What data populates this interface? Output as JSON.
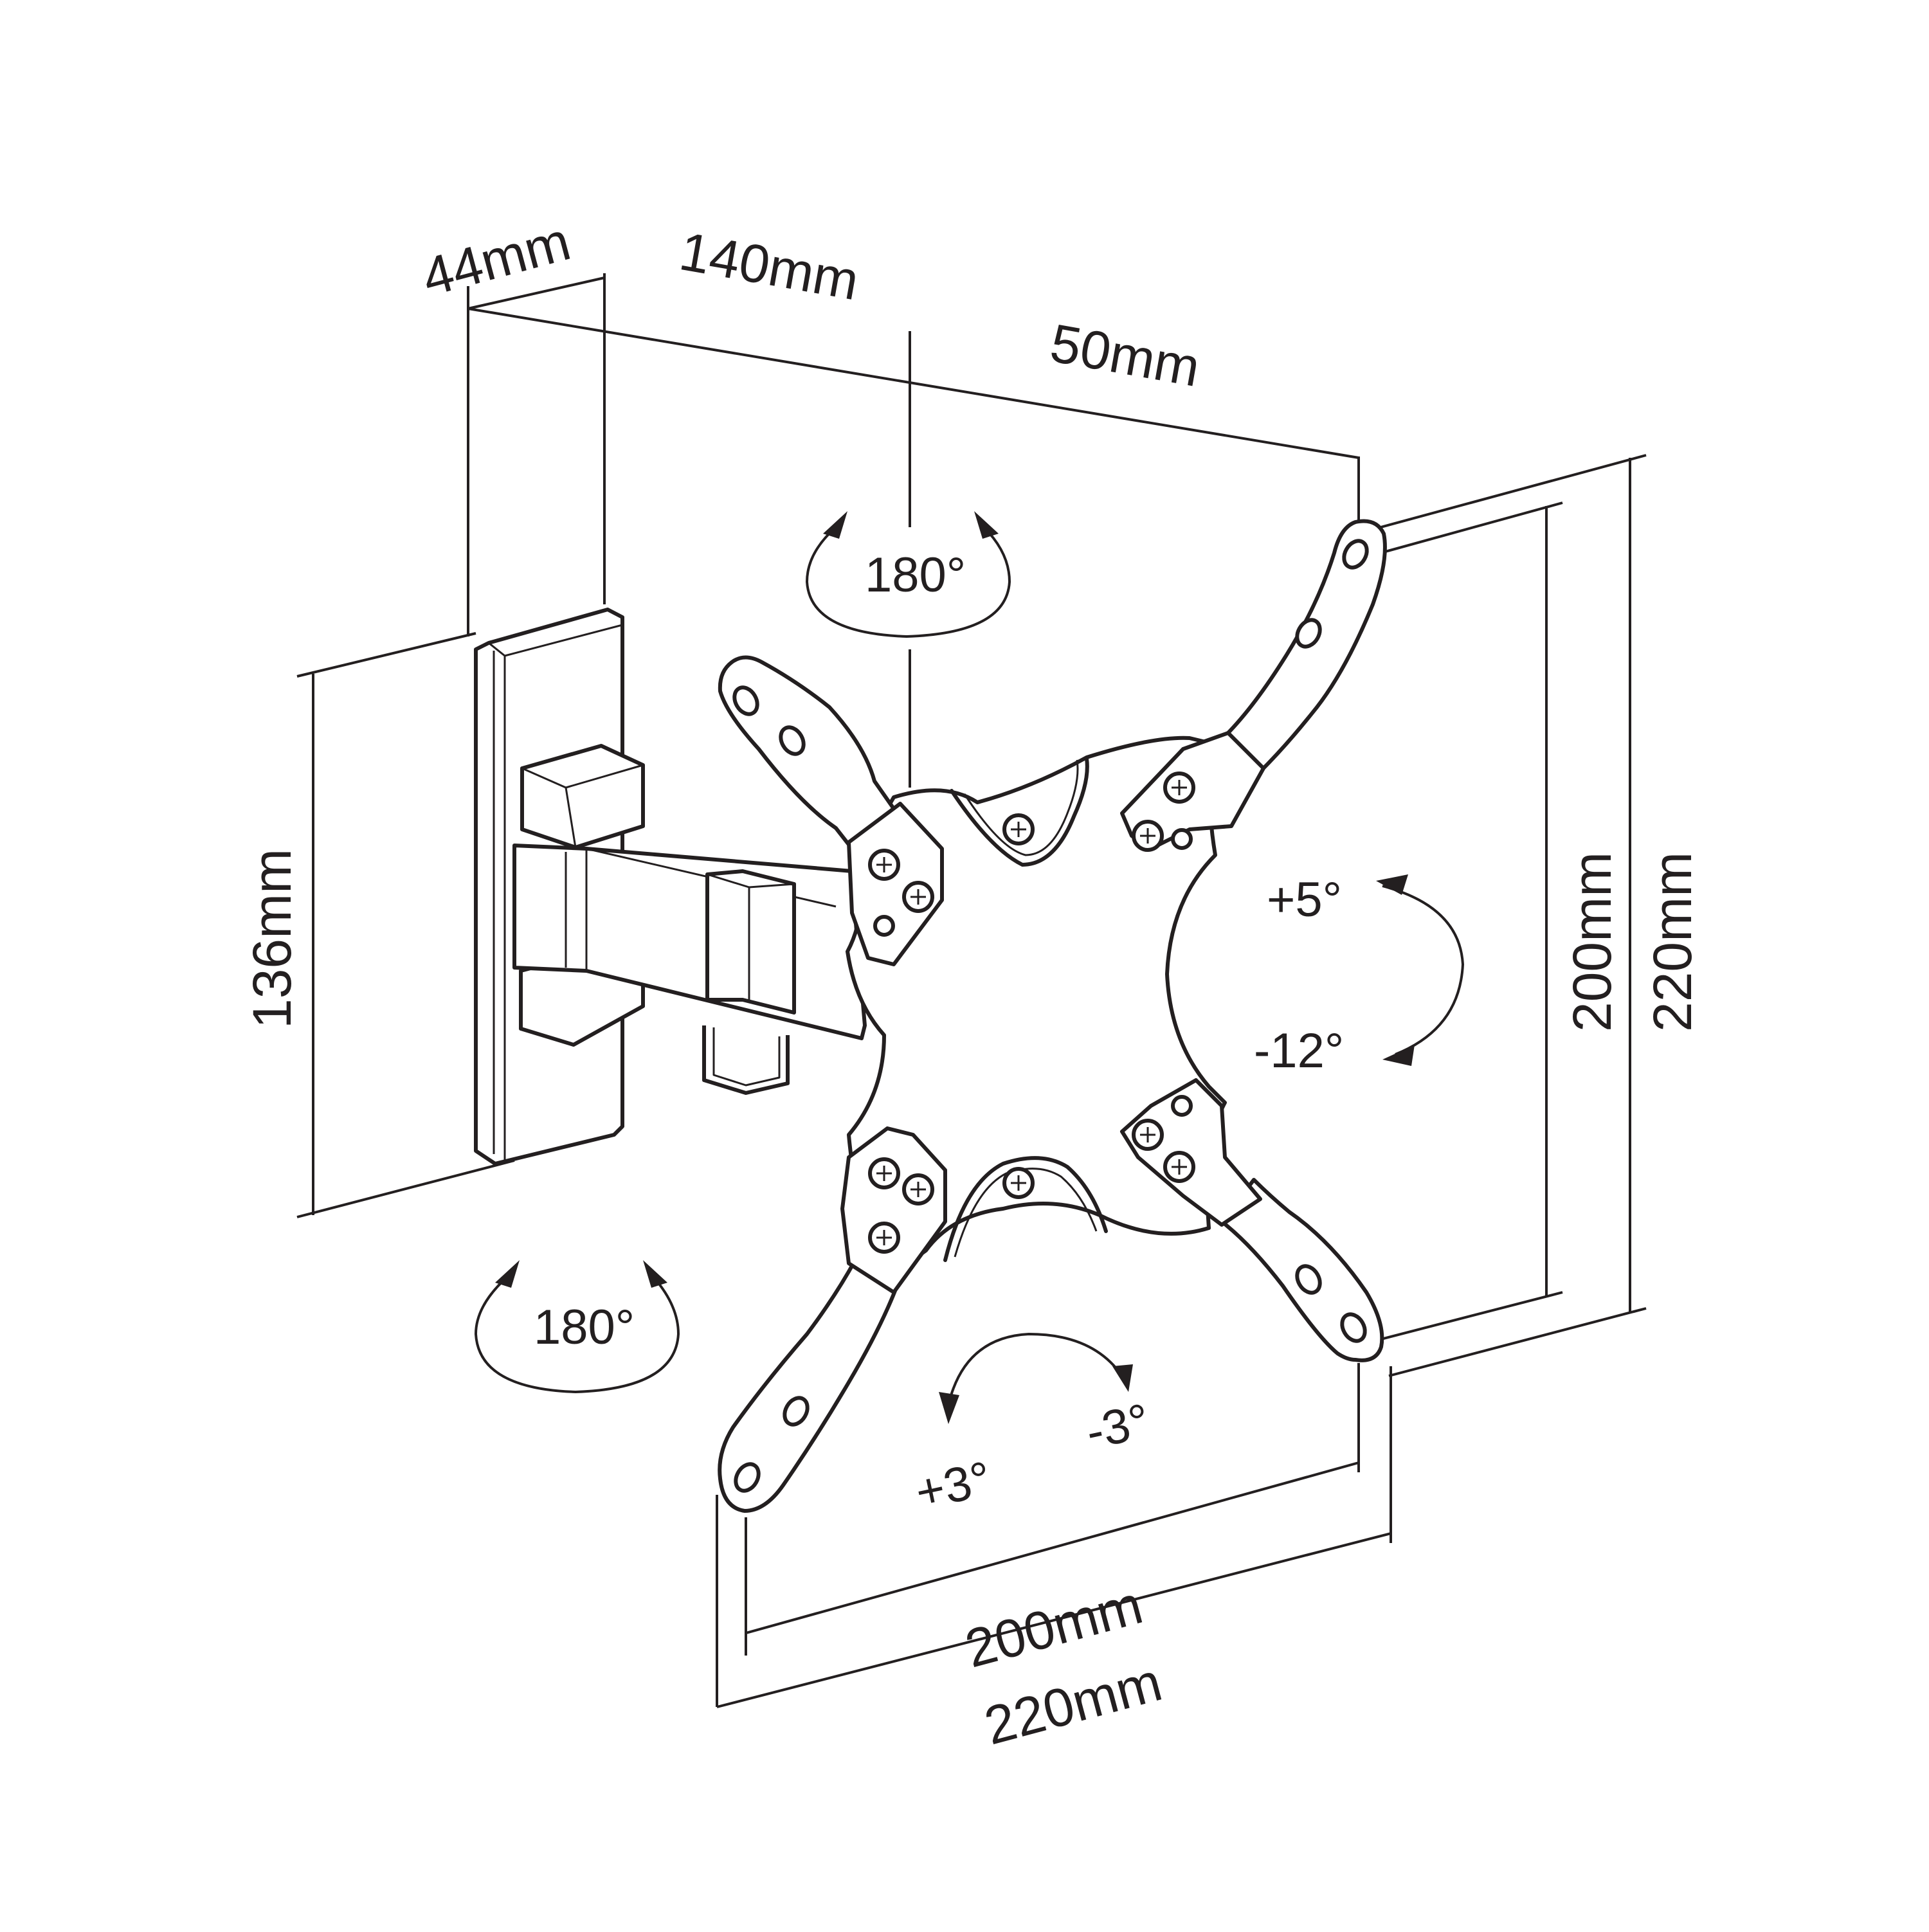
{
  "dimensions": {
    "wall_plate_depth": "44mm",
    "arm_extension": "140mm",
    "arm_offset": "50mm",
    "wall_plate_height": "136mm",
    "vesa_height_inner": "200mm",
    "vesa_height_outer": "220mm",
    "vesa_width_inner": "200mm",
    "vesa_width_outer": "220mm"
  },
  "angles": {
    "swivel_top": "180°",
    "swivel_bottom": "180°",
    "tilt_up": "+5°",
    "tilt_down": "-12°",
    "rotate_plus": "+3°",
    "rotate_minus": "-3°"
  },
  "colors": {
    "line": "#231f20",
    "background": "#ffffff"
  }
}
